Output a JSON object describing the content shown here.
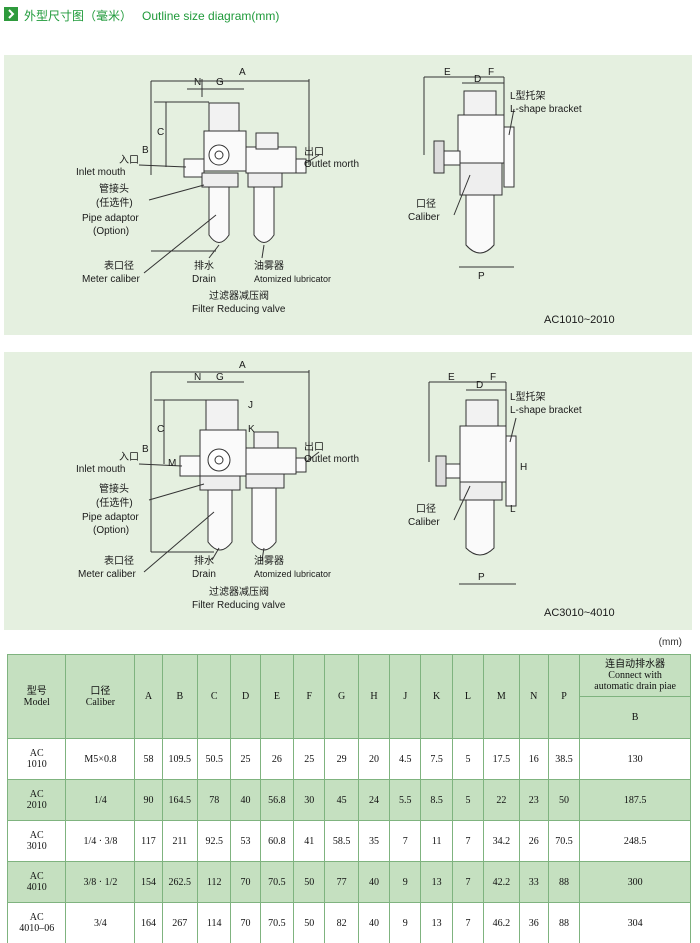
{
  "header": {
    "title_cn": "外型尺寸图（毫米）",
    "title_en": "Outline size diagram(mm)"
  },
  "diagram1": {
    "front": {
      "dims": [
        "A",
        "N",
        "G",
        "C",
        "B"
      ],
      "inlet_cn": "入口",
      "inlet_en": "Inlet mouth",
      "outlet_cn": "出口",
      "outlet_en": "Outlet morth",
      "pipe_cn1": "管接头",
      "pipe_cn2": "(任选件)",
      "pipe_en1": "Pipe adaptor",
      "pipe_en2": "(Option)",
      "meter_cn": "表口径",
      "meter_en": "Meter caliber",
      "drain_cn": "排水",
      "drain_en": "Drain",
      "lub_cn": "油雾器",
      "lub_en": "Atomized lubricator",
      "filter_cn": "过滤器减压阀",
      "filter_en": "Filter Reducing valve"
    },
    "side": {
      "dims": [
        "E",
        "D",
        "F",
        "P"
      ],
      "bracket_cn": "L型托架",
      "bracket_en": "L-shape bracket",
      "caliber_cn": "口径",
      "caliber_en": "Caliber"
    },
    "model_range": "AC1010~2010"
  },
  "diagram2": {
    "front": {
      "dims": [
        "A",
        "N",
        "G",
        "C",
        "B",
        "J",
        "K",
        "M"
      ],
      "inlet_cn": "入口",
      "inlet_en": "Inlet mouth",
      "outlet_cn": "出口",
      "outlet_en": "Outlet morth",
      "pipe_cn1": "管接头",
      "pipe_cn2": "(任选件)",
      "pipe_en1": "Pipe adaptor",
      "pipe_en2": "(Option)",
      "meter_cn": "表口径",
      "meter_en": "Meter caliber",
      "drain_cn": "排水",
      "drain_en": "Drain",
      "lub_cn": "油雾器",
      "lub_en": "Atomized lubricator",
      "filter_cn": "过滤器减压阀",
      "filter_en": "Filter Reducing valve"
    },
    "side": {
      "dims": [
        "E",
        "D",
        "F",
        "H",
        "L",
        "P"
      ],
      "bracket_cn": "L型托架",
      "bracket_en": "L-shape bracket",
      "caliber_cn": "口径",
      "caliber_en": "Caliber"
    },
    "model_range": "AC3010~4010"
  },
  "table": {
    "unit": "(mm)",
    "headers": {
      "model_cn": "型号",
      "model_en": "Model",
      "caliber_cn": "口径",
      "caliber_en": "Caliber",
      "cols": [
        "A",
        "B",
        "C",
        "D",
        "E",
        "F",
        "G",
        "H",
        "J",
        "K",
        "L",
        "M",
        "N",
        "P"
      ],
      "auto_cn": "连自动排水器",
      "auto_en1": "Connect with",
      "auto_en2": "automatic drain piae",
      "auto_sub": "B"
    },
    "rows": [
      {
        "model1": "AC",
        "model2": "1010",
        "caliber": "M5×0.8",
        "vals": [
          "58",
          "109.5",
          "50.5",
          "25",
          "26",
          "25",
          "29",
          "20",
          "4.5",
          "7.5",
          "5",
          "17.5",
          "16",
          "38.5"
        ],
        "auto": "130"
      },
      {
        "model1": "AC",
        "model2": "2010",
        "caliber": "1/4",
        "vals": [
          "90",
          "164.5",
          "78",
          "40",
          "56.8",
          "30",
          "45",
          "24",
          "5.5",
          "8.5",
          "5",
          "22",
          "23",
          "50"
        ],
        "auto": "187.5"
      },
      {
        "model1": "AC",
        "model2": "3010",
        "caliber": "1/4 · 3/8",
        "vals": [
          "117",
          "211",
          "92.5",
          "53",
          "60.8",
          "41",
          "58.5",
          "35",
          "7",
          "11",
          "7",
          "34.2",
          "26",
          "70.5"
        ],
        "auto": "248.5"
      },
      {
        "model1": "AC",
        "model2": "4010",
        "caliber": "3/8 · 1/2",
        "vals": [
          "154",
          "262.5",
          "112",
          "70",
          "70.5",
          "50",
          "77",
          "40",
          "9",
          "13",
          "7",
          "42.2",
          "33",
          "88"
        ],
        "auto": "300"
      },
      {
        "model1": "AC",
        "model2": "4010–06",
        "caliber": "3/4",
        "vals": [
          "164",
          "267",
          "114",
          "70",
          "70.5",
          "50",
          "82",
          "40",
          "9",
          "13",
          "7",
          "46.2",
          "36",
          "88"
        ],
        "auto": "304"
      }
    ]
  },
  "colors": {
    "accent": "#2e9a3c",
    "panel_bg": "#e5f0e0",
    "table_header": "#c5e0c0",
    "table_border": "#7fb37f"
  }
}
